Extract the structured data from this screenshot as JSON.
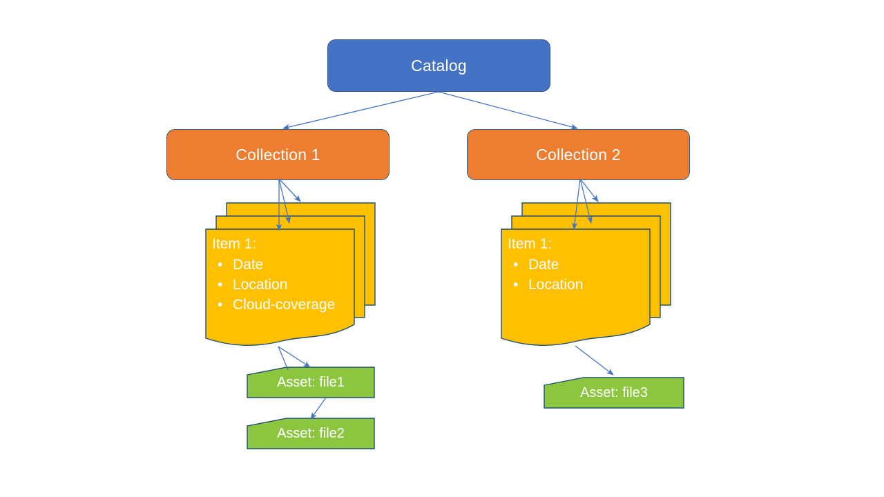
{
  "diagram": {
    "title": "Catalog",
    "type": "hierarchy-diagram",
    "colors": {
      "catalog": "#4472C4",
      "collection": "#ED7D31",
      "item": "#FFC000",
      "asset": "#8CC63F",
      "arrow": "#4472C4",
      "shape_border": "#1F4E79",
      "text": "#FFFFFF",
      "background": "#FFFFFF"
    }
  },
  "catalog": {
    "label": "Catalog"
  },
  "collections": [
    {
      "label": "Collection 1"
    },
    {
      "label": "Collection 2"
    }
  ],
  "items": [
    {
      "title": "Item  1:",
      "bullet": "•",
      "properties": [
        "Date",
        "Location",
        "Cloud-coverage"
      ],
      "stack_count": 3
    },
    {
      "title": "Item 1:",
      "bullet": "•",
      "properties": [
        "Date",
        "Location"
      ],
      "stack_count": 3
    }
  ],
  "assets": [
    {
      "label": "Asset: file1"
    },
    {
      "label": "Asset: file2"
    },
    {
      "label": "Asset: file3"
    }
  ],
  "edges": [
    {
      "from": "catalog",
      "to": "collection-1"
    },
    {
      "from": "catalog",
      "to": "collection-2"
    },
    {
      "from": "collection-1",
      "to": "item-stack-1"
    },
    {
      "from": "collection-2",
      "to": "item-stack-2"
    },
    {
      "from": "item-1",
      "to": "asset-file1"
    },
    {
      "from": "asset-file1",
      "to": "asset-file2"
    },
    {
      "from": "item-2",
      "to": "asset-file3"
    }
  ]
}
